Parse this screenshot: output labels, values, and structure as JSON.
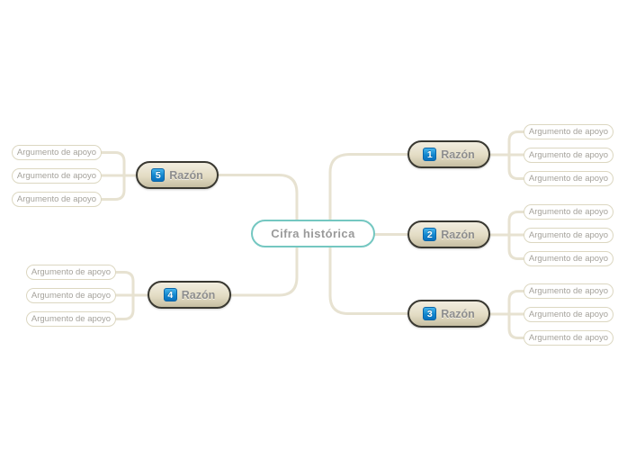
{
  "app": {
    "type": "mind-map"
  },
  "root": {
    "label": "Cifra histórica"
  },
  "branches": [
    {
      "number": "1",
      "label": "Razón",
      "side": "right",
      "args": [
        "Argumento de apoyo",
        "Argumento de apoyo",
        "Argumento de apoyo"
      ]
    },
    {
      "number": "2",
      "label": "Razón",
      "side": "right",
      "args": [
        "Argumento de apoyo",
        "Argumento de apoyo",
        "Argumento de apoyo"
      ]
    },
    {
      "number": "3",
      "label": "Razón",
      "side": "right",
      "args": [
        "Argumento de apoyo",
        "Argumento de apoyo",
        "Argumento de apoyo"
      ]
    },
    {
      "number": "4",
      "label": "Razón",
      "side": "left",
      "args": [
        "Argumento de apoyo",
        "Argumento de apoyo",
        "Argumento de apoyo"
      ]
    },
    {
      "number": "5",
      "label": "Razón",
      "side": "left",
      "args": [
        "Argumento de apoyo",
        "Argumento de apoyo",
        "Argumento de apoyo"
      ]
    }
  ],
  "colors": {
    "connector_line": "#e7e2d1",
    "branch_border": "#393831",
    "branch_fill_top": "#f2eddf",
    "branch_fill_bottom": "#c6bea2",
    "branch_text": "#8e8e8e",
    "badge_blue_top": "#45b4ec",
    "badge_blue_bottom": "#0a70bd",
    "badge_text": "#ffffff",
    "argument_border": "#dcd7c1",
    "argument_text": "#a5a29b",
    "root_border_teal": "#74c7c1",
    "root_text": "#9a9a9a",
    "background": "#ffffff"
  }
}
